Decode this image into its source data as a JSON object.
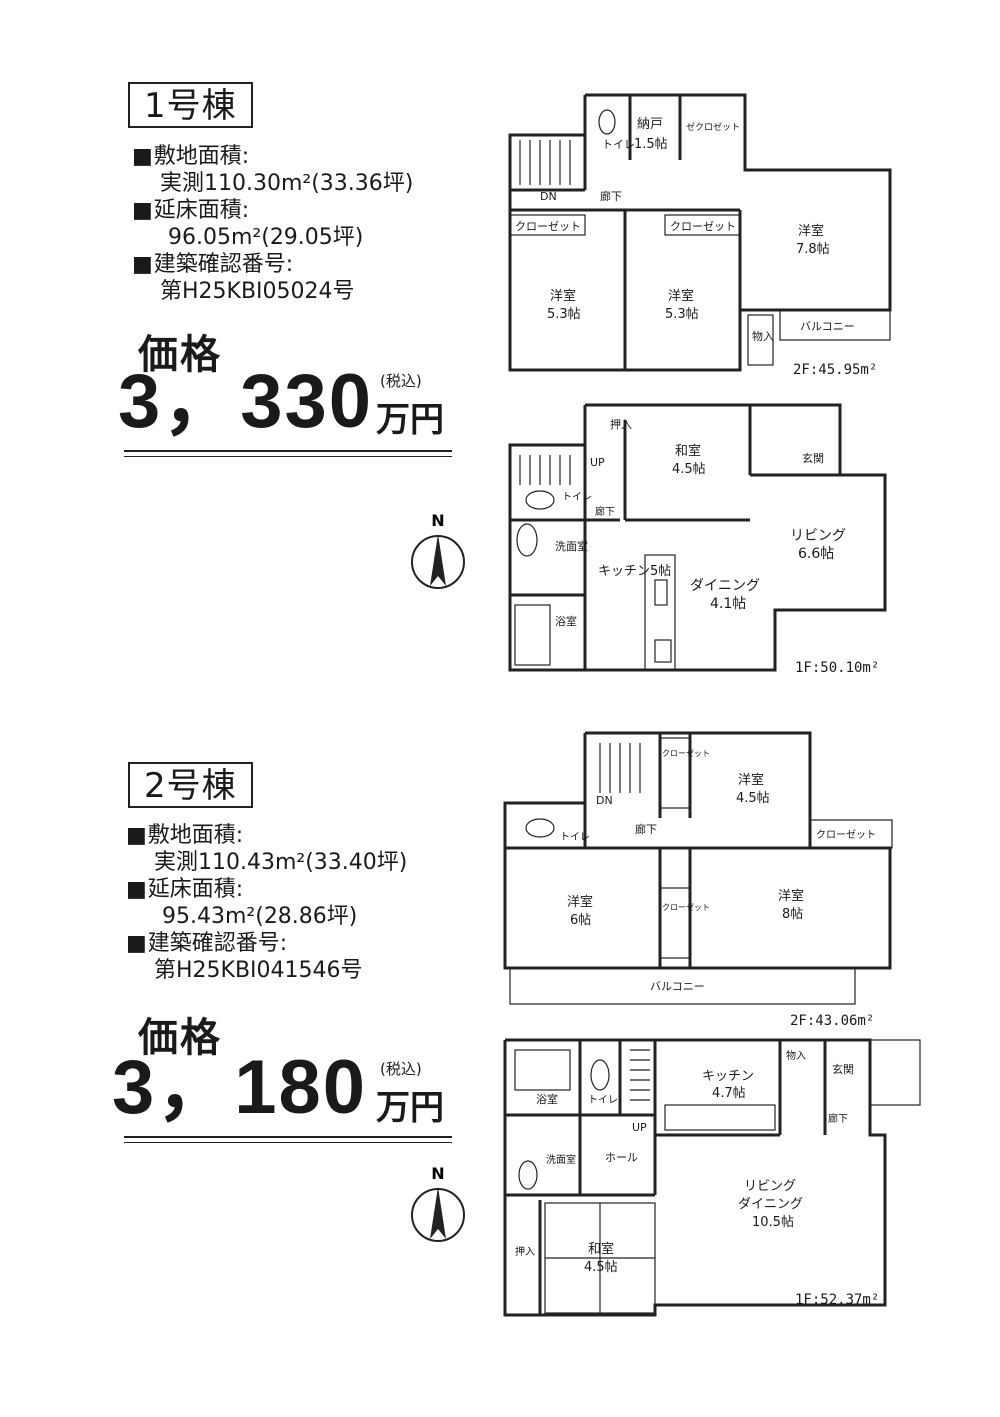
{
  "building1": {
    "title": "1号棟",
    "site_area_label": "敷地面積:",
    "site_area_value": "実測110.30m²(33.36坪)",
    "floor_area_label": "延床面積:",
    "floor_area_value": "96.05m²(29.05坪)",
    "permit_label": "建築確認番号:",
    "permit_value": "第H25KBⅠ05024号",
    "price_label": "価格",
    "price_value": "3，330",
    "tax_note": "(税込)",
    "price_unit": "万円",
    "floor2": {
      "area": "2F:45.95m²",
      "rooms": {
        "toilet": "トイレ",
        "storage": "納戸",
        "storage_size": "1.5帖",
        "closet_top": "ゼクロゼット",
        "dn": "DN",
        "hall": "廊下",
        "closet_a": "クローゼット",
        "closet_b": "クローゼット",
        "western_a": "洋室",
        "western_a_size": "5.3帖",
        "western_b": "洋室",
        "western_b_size": "5.3帖",
        "western_c": "洋室",
        "western_c_size": "7.8帖",
        "closet_small": "物入",
        "balcony": "バルコニー"
      }
    },
    "floor1": {
      "area": "1F:50.10m²",
      "rooms": {
        "oshiire": "押入",
        "japanese": "和室",
        "japanese_size": "4.5帖",
        "entrance": "玄関",
        "up": "UP",
        "toilet": "トイレ",
        "hall": "廊下",
        "washroom": "洗面室",
        "bath": "浴室",
        "kitchen": "キッチン5帖",
        "dining": "ダイニング",
        "dining_size": "4.1帖",
        "living": "リビング",
        "living_size": "6.6帖"
      }
    }
  },
  "building2": {
    "title": "2号棟",
    "site_area_label": "敷地面積:",
    "site_area_value": "実測110.43m²(33.40坪)",
    "floor_area_label": "延床面積:",
    "floor_area_value": "95.43m²(28.86坪)",
    "permit_label": "建築確認番号:",
    "permit_value": "第H25KBⅠ041546号",
    "price_label": "価格",
    "price_value": "3，180",
    "tax_note": "(税込)",
    "price_unit": "万円",
    "floor2": {
      "area": "2F:43.06m²",
      "rooms": {
        "dn": "DN",
        "closet_a": "クローゼット",
        "western_a": "洋室",
        "western_a_size": "4.5帖",
        "toilet": "トイレ",
        "hall": "廊下",
        "closet_b": "クローゼット",
        "western_b": "洋室",
        "western_b_size": "6帖",
        "closet_c": "クローゼット",
        "western_c": "洋室",
        "western_c_size": "8帖",
        "balcony": "バルコニー"
      }
    },
    "floor1": {
      "area": "1F:52.37m²",
      "rooms": {
        "bath": "浴室",
        "toilet": "トイレ",
        "kitchen": "キッチン",
        "kitchen_size": "4.7帖",
        "closet_small": "物入",
        "entrance": "玄関",
        "hall_small": "廊下",
        "up": "UP",
        "washroom": "洗面室",
        "hall": "ホール",
        "living": "リビング",
        "dining": "ダイニング",
        "living_size": "10.5帖",
        "oshiire": "押入",
        "japanese": "和室",
        "japanese_size": "4.5帖"
      }
    }
  },
  "compass_label": "N"
}
